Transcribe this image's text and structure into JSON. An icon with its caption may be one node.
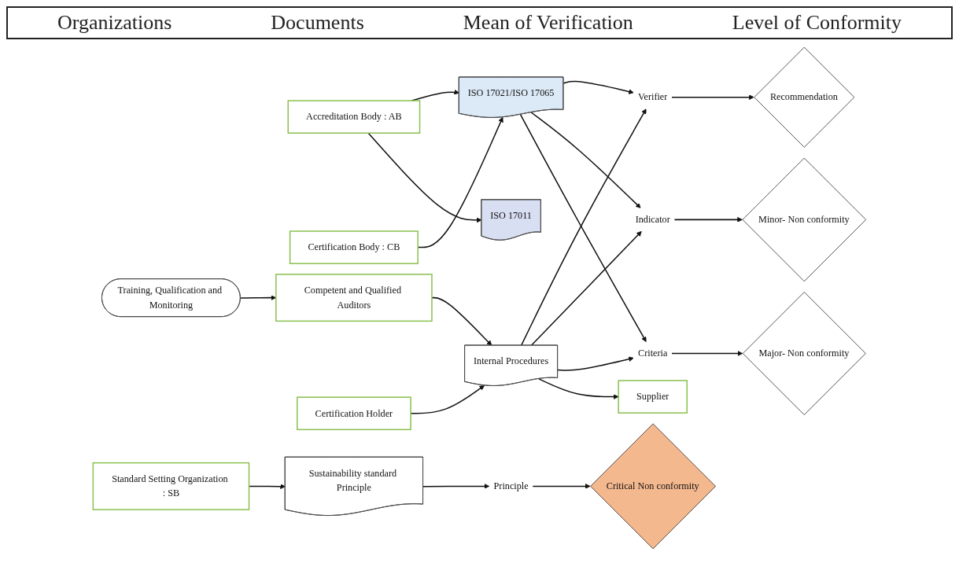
{
  "diagram": {
    "nodes": [
      {
        "text": [
          "Standard Setting Organization : SB"
        ]
      },
      {
        "text": [
          "Accreditation Body : AB"
        ]
      },
      {
        "text": [
          "Certification Body : CB"
        ]
      },
      {
        "text": [
          "Competent and Qualified Auditors"
        ]
      },
      {
        "text": [
          "Certification Holder"
        ]
      },
      {
        "text": [
          "Supplier"
        ]
      },
      {
        "text": [
          "Sustainability standard Principle"
        ]
      },
      {
        "text": [
          "ISO 17011"
        ]
      },
      {
        "text": [
          "ISO 17021/ISO 17065"
        ]
      },
      {
        "text": [
          "Training, Qualification and Monitoring"
        ]
      },
      {
        "text": [
          "Internal Procedures"
        ]
      },
      {
        "text": [
          "Principle"
        ]
      },
      {
        "text": [
          "Criteria"
        ]
      },
      {
        "text": [
          "Indicator"
        ]
      },
      {
        "text": [
          "Verifier"
        ]
      },
      {
        "text": [
          "Critical Non conformity"
        ]
      },
      {
        "text": [
          "Major- Non conformity"
        ]
      },
      {
        "text": [
          "Minor- Non conformity"
        ]
      },
      {
        "text": [
          "Recommendation"
        ]
      }
    ],
    "edges": [
      {
        "from": 0,
        "to": 6,
        "arrow": "to"
      },
      {
        "from": 6,
        "to": 11,
        "arrow": "to"
      },
      {
        "from": 11,
        "to": 15,
        "arrow": "to"
      },
      {
        "from": 1,
        "to": 7,
        "arrow": "to"
      },
      {
        "from": 1,
        "to": 8,
        "arrow": "to"
      },
      {
        "from": 2,
        "to": 8,
        "arrow": "to"
      },
      {
        "from": 9,
        "to": 3,
        "arrow": "to"
      },
      {
        "from": 3,
        "to": 10,
        "arrow": "to"
      },
      {
        "from": 4,
        "to": 10,
        "arrow": "to"
      },
      {
        "from": 10,
        "to": 5,
        "arrow": "to"
      },
      {
        "from": 8,
        "to": 12,
        "arrow": "to"
      },
      {
        "from": 8,
        "to": 13,
        "arrow": "to"
      },
      {
        "from": 8,
        "to": 14,
        "arrow": "to"
      },
      {
        "from": 10,
        "to": 12,
        "arrow": "to"
      },
      {
        "from": 10,
        "to": 13,
        "arrow": "to"
      },
      {
        "from": 10,
        "to": 14,
        "arrow": "to"
      },
      {
        "from": 12,
        "to": 16,
        "arrow": "to"
      },
      {
        "from": 13,
        "to": 17,
        "arrow": "to"
      },
      {
        "from": 14,
        "to": 18,
        "arrow": "to"
      }
    ],
    "labels": [
      "Organizations",
      "Documents",
      "Mean of Verification",
      "Level of Conformity"
    ]
  }
}
